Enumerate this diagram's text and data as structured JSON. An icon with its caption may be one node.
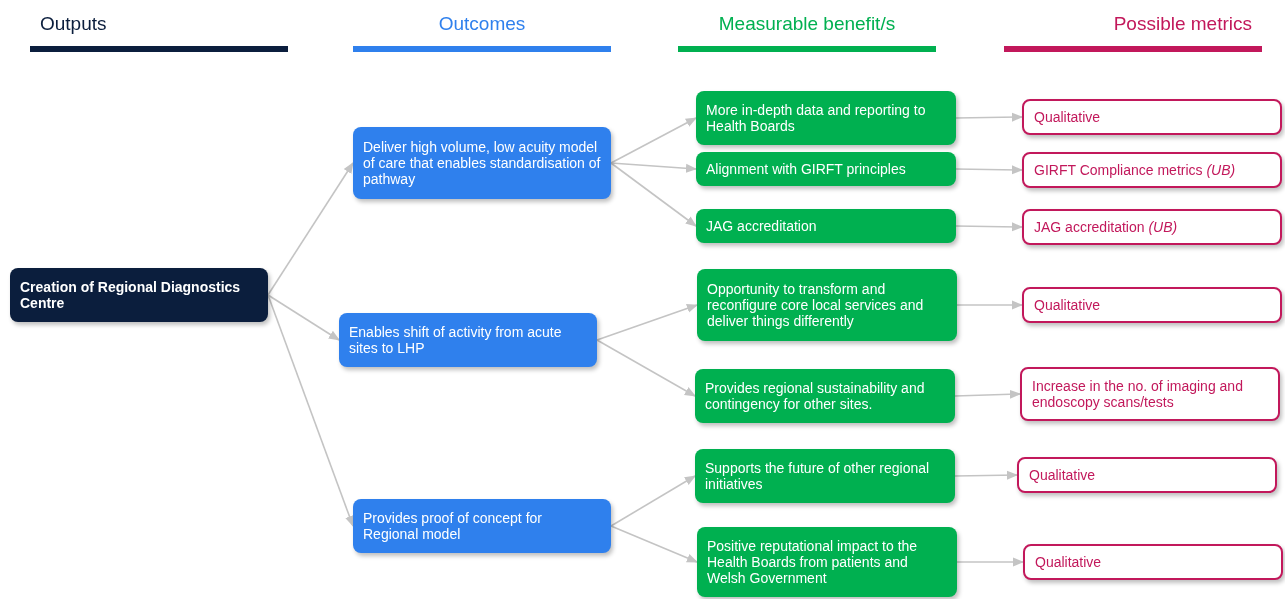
{
  "diagram": {
    "nodes": [
      {
        "text": [
          "Creation of Regional Diagnostics Centre"
        ]
      },
      {
        "text": [
          "Deliver high volume, low acuity model of care that enables standardisation of pathway"
        ]
      },
      {
        "text": [
          "Enables shift of activity from acute sites to LHP"
        ]
      },
      {
        "text": [
          "Provides proof of concept for Regional model"
        ]
      },
      {
        "text": [
          "More in-depth data and reporting to Health Boards"
        ]
      },
      {
        "text": [
          "Alignment with GIRFT principles"
        ]
      },
      {
        "text": [
          "JAG accreditation"
        ]
      },
      {
        "text": [
          "Opportunity to transform and reconfigure core local services and deliver things differently"
        ]
      },
      {
        "text": [
          "Provides regional sustainability and contingency for other sites."
        ]
      },
      {
        "text": [
          "Supports the future of other regional initiatives"
        ]
      },
      {
        "text": [
          "Positive reputational impact to the Health Boards from patients and Welsh Government"
        ]
      },
      {
        "text": [
          "Qualitative"
        ]
      },
      {
        "text": [
          "GIRFT Compliance metrics *(UB)*"
        ]
      },
      {
        "text": [
          "JAG accreditation *(UB)*"
        ]
      },
      {
        "text": [
          "Qualitative"
        ]
      },
      {
        "text": [
          "Increase in the no. of imaging and endoscopy scans/tests"
        ]
      },
      {
        "text": [
          "Qualitative"
        ]
      },
      {
        "text": [
          "Qualitative"
        ]
      }
    ],
    "edges": [
      {
        "from": 0,
        "to": 1,
        "arrow": "to"
      },
      {
        "from": 0,
        "to": 2,
        "arrow": "to"
      },
      {
        "from": 0,
        "to": 3,
        "arrow": "to"
      },
      {
        "from": 1,
        "to": 4,
        "arrow": "to"
      },
      {
        "from": 1,
        "to": 5,
        "arrow": "to"
      },
      {
        "from": 1,
        "to": 6,
        "arrow": "to"
      },
      {
        "from": 2,
        "to": 7,
        "arrow": "to"
      },
      {
        "from": 2,
        "to": 8,
        "arrow": "to"
      },
      {
        "from": 3,
        "to": 9,
        "arrow": "to"
      },
      {
        "from": 3,
        "to": 10,
        "arrow": "to"
      },
      {
        "from": 4,
        "to": 11,
        "arrow": "to"
      },
      {
        "from": 5,
        "to": 12,
        "arrow": "to"
      },
      {
        "from": 6,
        "to": 13,
        "arrow": "to"
      },
      {
        "from": 7,
        "to": 14,
        "arrow": "to"
      },
      {
        "from": 8,
        "to": 15,
        "arrow": "to"
      },
      {
        "from": 9,
        "to": 16,
        "arrow": "to"
      },
      {
        "from": 10,
        "to": 17,
        "arrow": "to"
      }
    ],
    "labels": [
      "Outputs",
      "Outcomes",
      "Measurable benefit/s",
      "Possible metrics"
    ]
  }
}
